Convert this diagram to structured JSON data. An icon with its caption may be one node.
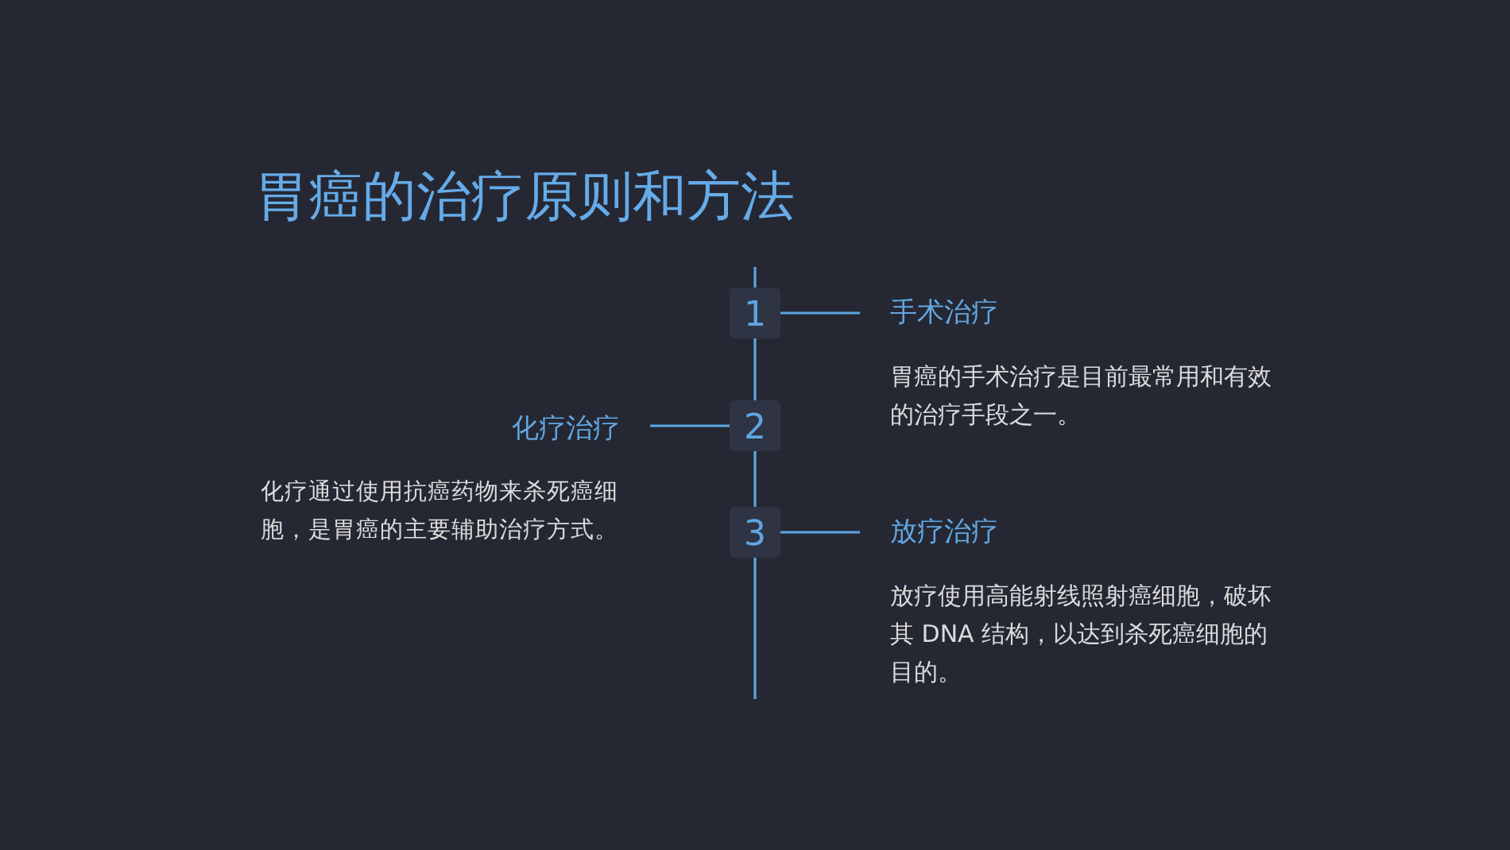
{
  "diagram": {
    "title": "胃癌的治疗原则和方法",
    "nodes": [
      {
        "text": [
          "1"
        ]
      },
      {
        "text": [
          "手术治疗",
          "胃癌的手术治疗是目前最常用和有效的治疗手段之一。"
        ]
      },
      {
        "text": [
          "化疗治疗",
          "化疗通过使用抗癌药物来杀死癌细胞，是胃癌的主要辅助治疗方式。"
        ]
      },
      {
        "text": [
          "2"
        ]
      },
      {
        "text": [
          "3"
        ]
      },
      {
        "text": [
          "放疗治疗",
          "放疗使用高能射线照射癌细胞，破坏其 DNA 结构，以达到杀死癌细胞的目的。"
        ]
      }
    ],
    "edges": [
      {
        "from": null,
        "to": 0,
        "arrow": "none"
      },
      {
        "from": 0,
        "to": 3,
        "arrow": "none"
      },
      {
        "from": 3,
        "to": 4,
        "arrow": "none"
      },
      {
        "from": 4,
        "to": null,
        "arrow": "none"
      },
      {
        "from": 0,
        "to": 1,
        "arrow": "none"
      },
      {
        "from": 2,
        "to": 3,
        "arrow": "none"
      },
      {
        "from": 4,
        "to": 5,
        "arrow": "none"
      }
    ]
  }
}
